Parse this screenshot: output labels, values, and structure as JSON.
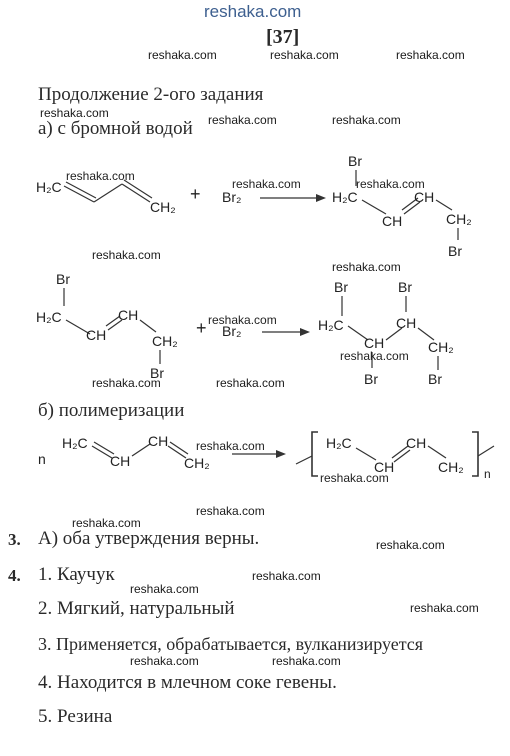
{
  "header": {
    "site": "reshaka.com",
    "page_number": "[37]"
  },
  "watermark": "reshaka.com",
  "section_title": "Продолжение 2-ого задания",
  "sub_a": "а) с бромной водой",
  "sub_b": "б) полимеризации",
  "chem": {
    "h2c": "H₂C",
    "ch2": "CH₂",
    "ch": "CH",
    "br": "Br",
    "br2": "Br₂",
    "plus": "+",
    "n": "n"
  },
  "answers": {
    "q3_num": "3.",
    "q3_text": "А) оба утверждения верны.",
    "q4_num": "4.",
    "q4_items": [
      "1. Каучук",
      "2. Мягкий, натуральный",
      "3. Применяется, обрабатывается, вулканизируется",
      "4. Находится в млечном соке гевены.",
      "5. Резина"
    ]
  }
}
